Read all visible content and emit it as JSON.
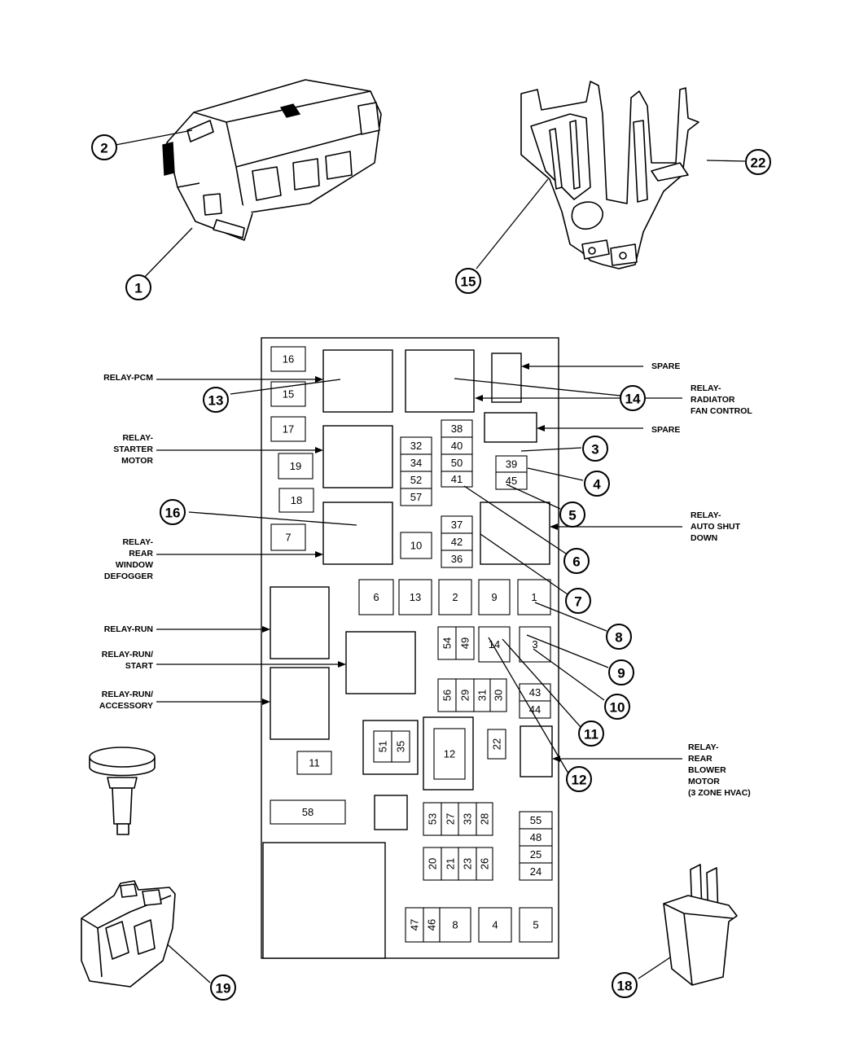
{
  "fuses": [
    "16",
    "15",
    "17",
    "19",
    "18",
    "7",
    "32",
    "34",
    "52",
    "57",
    "38",
    "40",
    "50",
    "41",
    "39",
    "45",
    "37",
    "42",
    "36",
    "10",
    "6",
    "13",
    "2",
    "9",
    "1",
    "54",
    "49",
    "14",
    "3",
    "56",
    "29",
    "31",
    "30",
    "43",
    "44",
    "51",
    "35",
    "12",
    "22",
    "11",
    "58",
    "53",
    "27",
    "33",
    "28",
    "55",
    "48",
    "25",
    "24",
    "20",
    "21",
    "23",
    "26",
    "47",
    "46",
    "8",
    "4",
    "5"
  ],
  "relay_labels": {
    "pcm": [
      "RELAY-PCM"
    ],
    "starter": [
      "RELAY-",
      "STARTER",
      "MOTOR"
    ],
    "defogger": [
      "RELAY-",
      "REAR",
      "WINDOW",
      "DEFOGGER"
    ],
    "run": [
      "RELAY-RUN"
    ],
    "run_start": [
      "RELAY-RUN/",
      "START"
    ],
    "run_accessory": [
      "RELAY-RUN/",
      "ACCESSORY"
    ],
    "spare_top": [
      "SPARE"
    ],
    "radiator": [
      "RELAY-",
      "RADIATOR",
      "FAN CONTROL"
    ],
    "spare_mid": [
      "SPARE"
    ],
    "auto_shut": [
      "RELAY-",
      "AUTO SHUT",
      "DOWN"
    ],
    "blower": [
      "RELAY-",
      "REAR",
      "BLOWER",
      "MOTOR",
      "(3 ZONE HVAC)"
    ]
  },
  "callouts": [
    "2",
    "1",
    "15",
    "22",
    "13",
    "14",
    "3",
    "4",
    "5",
    "16",
    "6",
    "7",
    "8",
    "9",
    "10",
    "11",
    "12",
    "19",
    "18"
  ]
}
